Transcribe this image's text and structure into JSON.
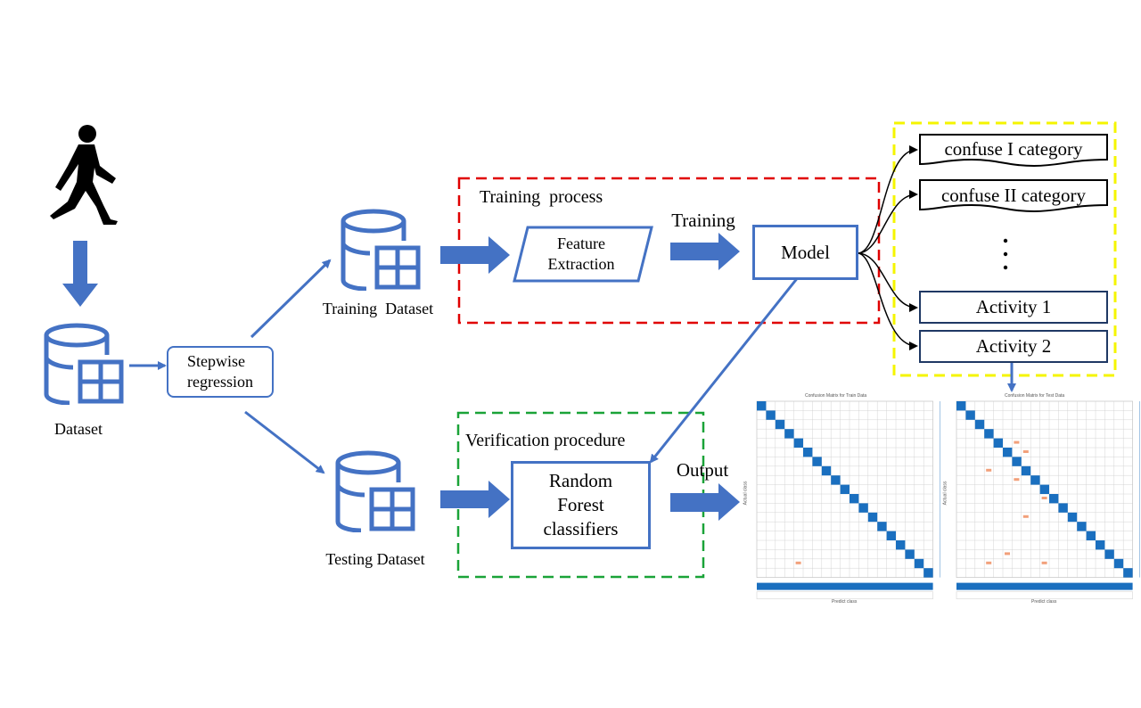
{
  "diagram": {
    "dataset_label": "Dataset",
    "stepwise_label": "Stepwise\nregression",
    "training_dataset_label": "Training  Dataset",
    "testing_dataset_label": "Testing Dataset",
    "training_process_label": "Training  process",
    "feature_extraction_label": "Feature\nExtraction",
    "training_arrow_label": "Training",
    "model_label": "Model",
    "verification_label": "Verification procedure",
    "random_forest_label": "Random\nForest\nclassifiers",
    "output_label": "Output",
    "outputs": [
      {
        "label": "confuse I category"
      },
      {
        "label": "confuse II category"
      },
      {
        "label": "Activity 1"
      },
      {
        "label": "Activity 2"
      }
    ],
    "colors": {
      "blue": "#4472c4",
      "red_dashed": "#e00000",
      "green_dashed": "#1aa338",
      "yellow_dashed": "#f5f500",
      "dark_border": "#1f3864"
    }
  },
  "confusion_matrices": [
    {
      "title": "Confusion Matrix for Train Data",
      "xlabel": "Predict class",
      "ylabel": "Actual class"
    },
    {
      "title": "Confusion Matrix for Test Data",
      "xlabel": "Predict class",
      "ylabel": "Actual class"
    }
  ]
}
